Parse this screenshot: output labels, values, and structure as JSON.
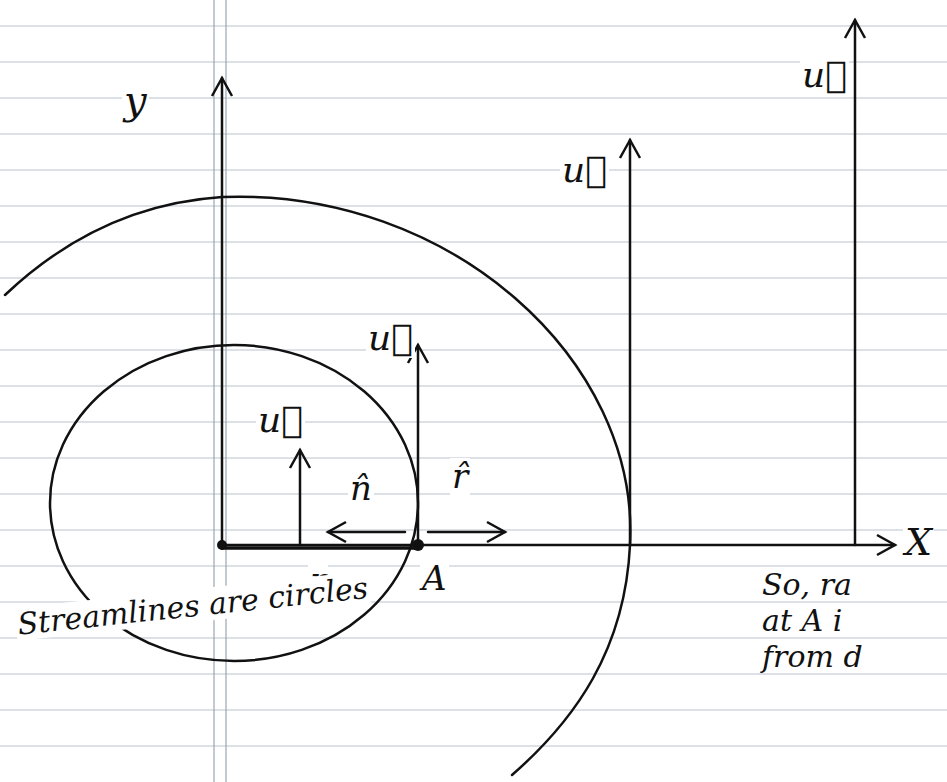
{
  "diagram": {
    "labels": [
      "y",
      "X",
      "u⃗",
      "n̂",
      "u⃗",
      "r̂",
      "u⃗",
      "u⃗",
      "r",
      "A",
      "Streamlines are circles",
      "So, ra",
      "at A i",
      "from d"
    ]
  }
}
